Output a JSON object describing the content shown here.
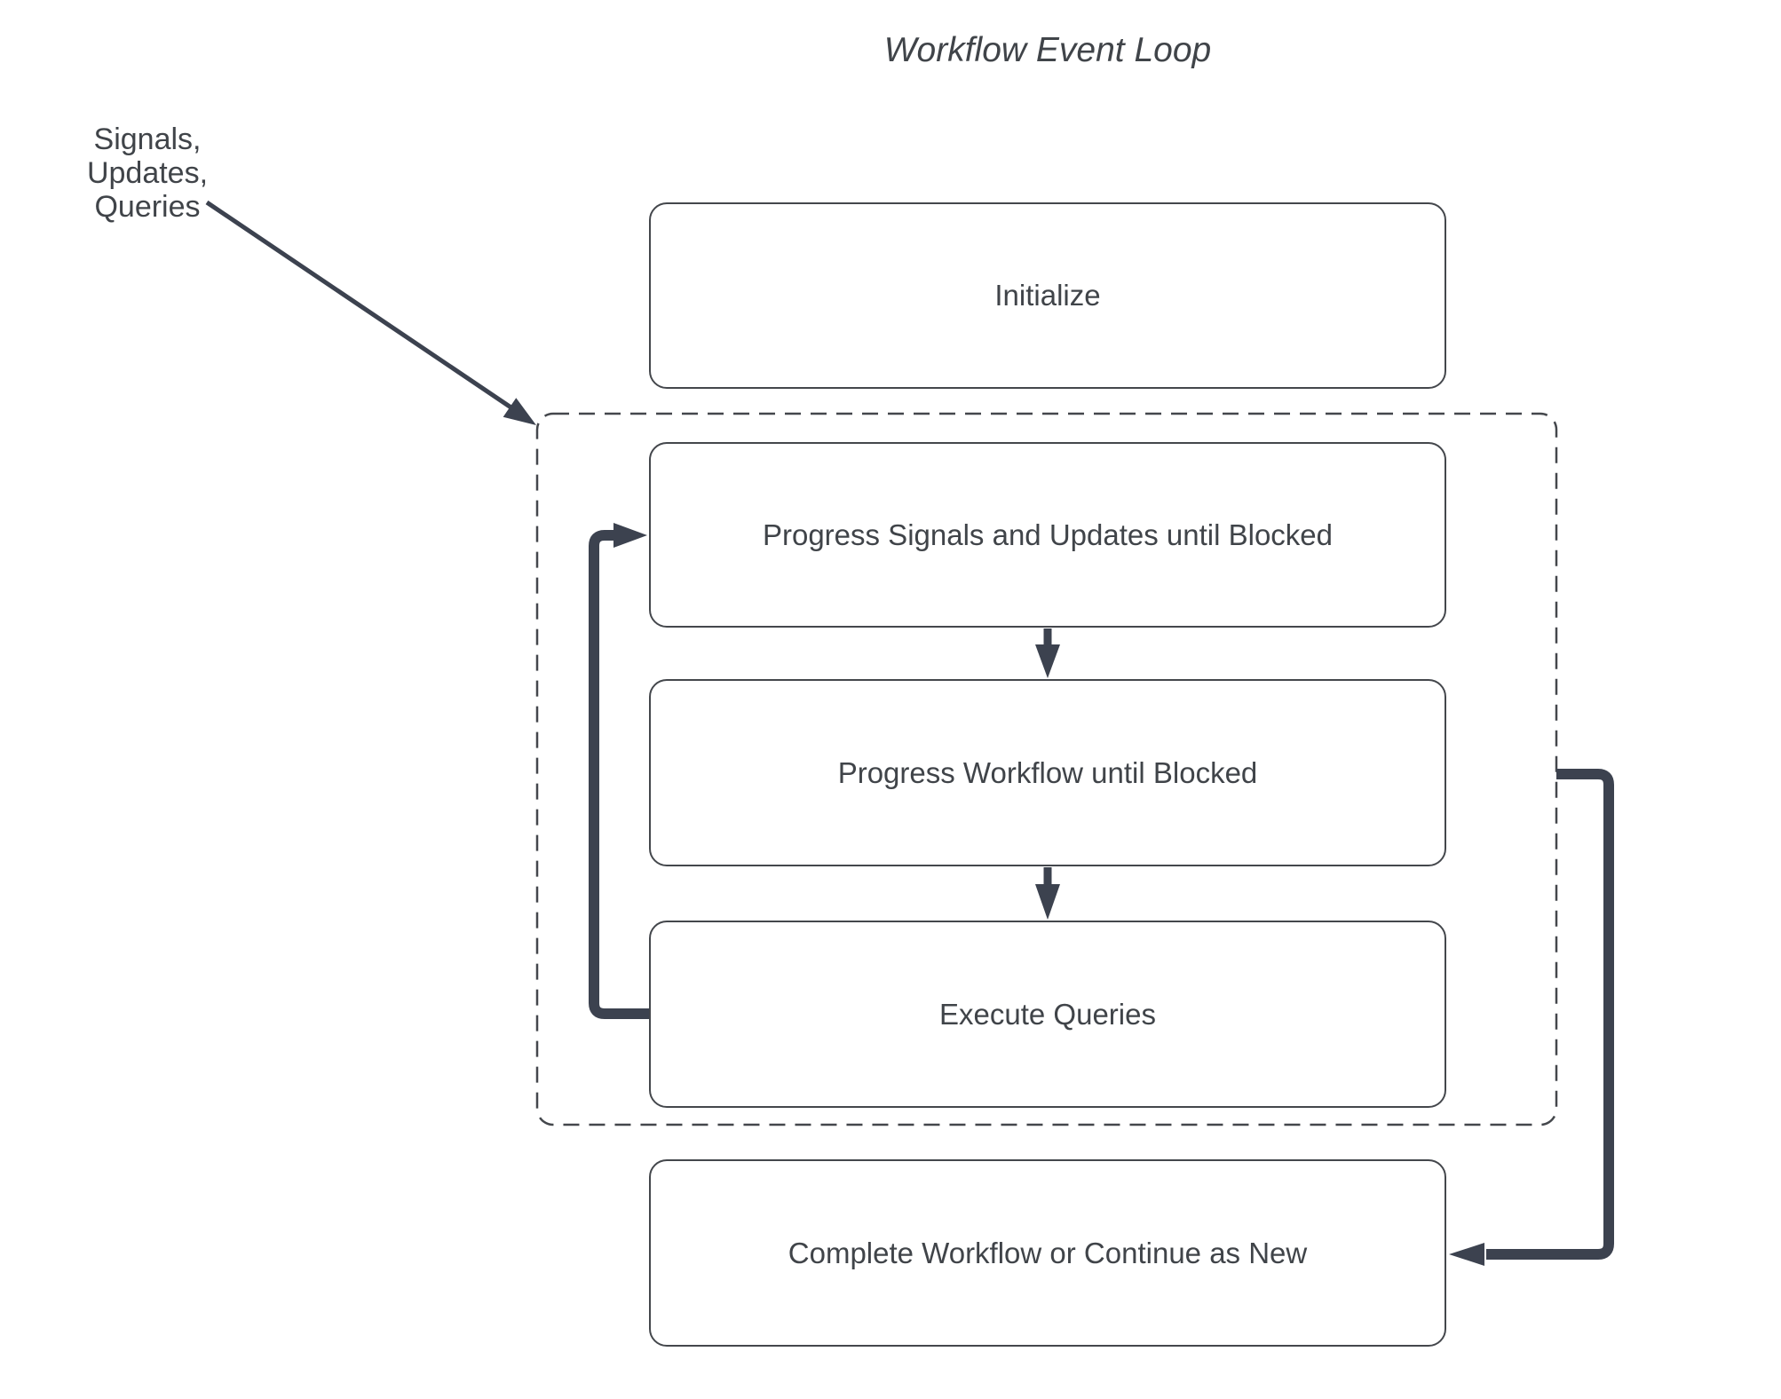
{
  "diagram": {
    "title": "Workflow Event Loop",
    "annotation": "Signals, Updates,\nQueries",
    "nodes": {
      "initialize": {
        "label": "Initialize"
      },
      "progress_signals": {
        "label": "Progress Signals and Updates until Blocked"
      },
      "progress_workflow": {
        "label": "Progress Workflow until Blocked"
      },
      "execute_queries": {
        "label": "Execute Queries"
      },
      "complete": {
        "label": "Complete Workflow or Continue as New"
      }
    },
    "group": {
      "name": "event-loop-group",
      "contains": [
        "progress_signals",
        "progress_workflow",
        "execute_queries"
      ],
      "border_style": "dashed"
    },
    "edges": [
      {
        "from": "annotation_signals_updates_queries",
        "to": "event_loop_group",
        "style": "thin-diagonal-arrow"
      },
      {
        "from": "progress_signals",
        "to": "progress_workflow",
        "style": "short-down-arrow"
      },
      {
        "from": "progress_workflow",
        "to": "execute_queries",
        "style": "short-down-arrow"
      },
      {
        "from": "execute_queries",
        "to": "progress_signals",
        "style": "thick-elbow-arrow-left-loop"
      },
      {
        "from": "event_loop_group",
        "to": "complete",
        "style": "thick-elbow-arrow-right"
      }
    ],
    "colors": {
      "background": "#ffffff",
      "text": "#404449",
      "box_border": "#44474c",
      "arrow": "#3c424f"
    }
  }
}
